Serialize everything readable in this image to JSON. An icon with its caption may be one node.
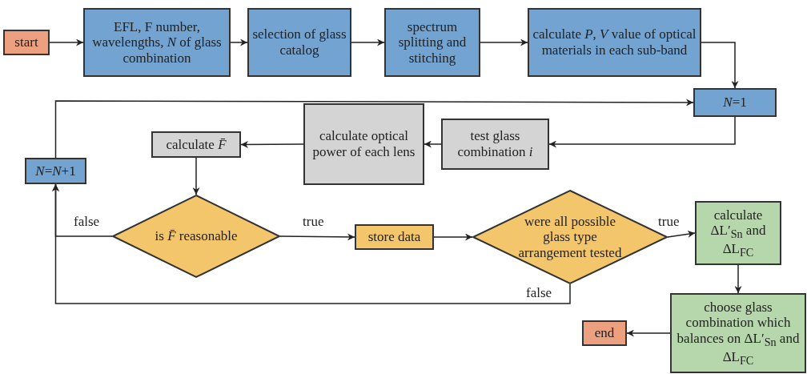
{
  "diagram": {
    "nodes": [
      {
        "text": [
          "start"
        ]
      },
      {
        "text": [
          "EFL, F number, wavelengths, *N* of glass combination"
        ]
      },
      {
        "text": [
          "selection of glass catalog"
        ]
      },
      {
        "text": [
          "spectrum splitting and stitching"
        ]
      },
      {
        "text": [
          "calculate *P*, *V* value of optical materials in each sub-band"
        ]
      },
      {
        "text": [
          "*N*=1"
        ]
      },
      {
        "text": [
          "test glass combination *i*"
        ]
      },
      {
        "text": [
          "calculate optical power of each lens"
        ]
      },
      {
        "text": [
          "calculate *F̄*"
        ]
      },
      {
        "text": [
          "*N*=*N*+1"
        ]
      },
      {
        "text": [
          "is *F̄* reasonable"
        ]
      },
      {
        "text": [
          "store data"
        ]
      },
      {
        "text": [
          "were all possible glass type arrangement tested"
        ]
      },
      {
        "text": [
          "calculate ΔL′$_{Sn}$ and ΔL$_{FC}$"
        ]
      },
      {
        "text": [
          "choose glass combination which balances on ΔL′$_{Sn}$ and ΔL$_{FC}$"
        ]
      },
      {
        "text": [
          "end"
        ]
      }
    ],
    "edges": [
      {
        "from": 0,
        "to": 1,
        "arrow": "to"
      },
      {
        "from": 1,
        "to": 2,
        "arrow": "to"
      },
      {
        "from": 2,
        "to": 3,
        "arrow": "to"
      },
      {
        "from": 3,
        "to": 4,
        "arrow": "to"
      },
      {
        "from": 4,
        "to": 5,
        "arrow": "to"
      },
      {
        "from": 5,
        "to": 6,
        "arrow": "to"
      },
      {
        "from": 6,
        "to": 7,
        "arrow": "to"
      },
      {
        "from": 7,
        "to": 8,
        "arrow": "to"
      },
      {
        "from": 8,
        "to": 10,
        "arrow": "to"
      },
      {
        "from": 10,
        "to": 11,
        "arrow": "to",
        "label": "true"
      },
      {
        "from": 11,
        "to": 12,
        "arrow": "to"
      },
      {
        "from": 12,
        "to": 13,
        "arrow": "to",
        "label": "true"
      },
      {
        "from": 13,
        "to": 14,
        "arrow": "to"
      },
      {
        "from": 14,
        "to": 15,
        "arrow": "to"
      },
      {
        "from": 10,
        "to": 9,
        "arrow": "to",
        "label": "false"
      },
      {
        "from": 12,
        "to": 9,
        "arrow": "to",
        "label": "false"
      },
      {
        "from": 9,
        "to": 5,
        "arrow": "to"
      }
    ]
  }
}
